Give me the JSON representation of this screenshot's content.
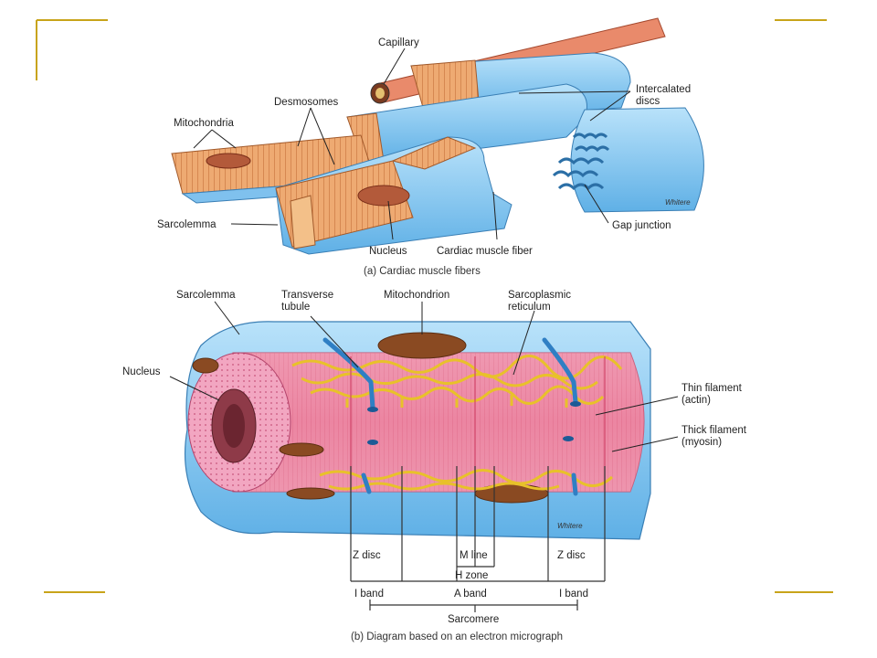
{
  "colors": {
    "frame_gold": "#c8a41a",
    "membrane_blue": "#8ec9ef",
    "fiber_orange": "#e9a36a",
    "myofibril_pink": "#e87a97",
    "reticulum_yellow": "#f2cc2e",
    "mitochondria_brown": "#8a4a22"
  },
  "diagram_a": {
    "caption": "(a) Cardiac muscle fibers",
    "labels": {
      "capillary": "Capillary",
      "intercalated_discs": [
        "Intercalated",
        "discs"
      ],
      "desmosomes": "Desmosomes",
      "mitochondria": "Mitochondria",
      "sarcolemma": "Sarcolemma",
      "nucleus": "Nucleus",
      "cardiac_muscle_fiber": "Cardiac muscle fiber",
      "gap_junction": "Gap junction"
    },
    "signature": "Whitere"
  },
  "diagram_b": {
    "caption": "(b) Diagram based on an electron micrograph",
    "labels": {
      "sarcolemma": "Sarcolemma",
      "transverse_tubule": [
        "Transverse",
        "tubule"
      ],
      "mitochondrion": "Mitochondrion",
      "sarcoplasmic_reticulum": [
        "Sarcoplasmic",
        "reticulum"
      ],
      "nucleus": "Nucleus",
      "thin_filament": [
        "Thin filament",
        "(actin)"
      ],
      "thick_filament": [
        "Thick filament",
        "(myosin)"
      ],
      "z_disc_left": "Z disc",
      "m_line": "M line",
      "z_disc_right": "Z disc",
      "h_zone": "H zone",
      "i_band_left": "I band",
      "a_band": "A band",
      "i_band_right": "I band",
      "sarcomere": "Sarcomere"
    },
    "signature": "Whitere"
  }
}
